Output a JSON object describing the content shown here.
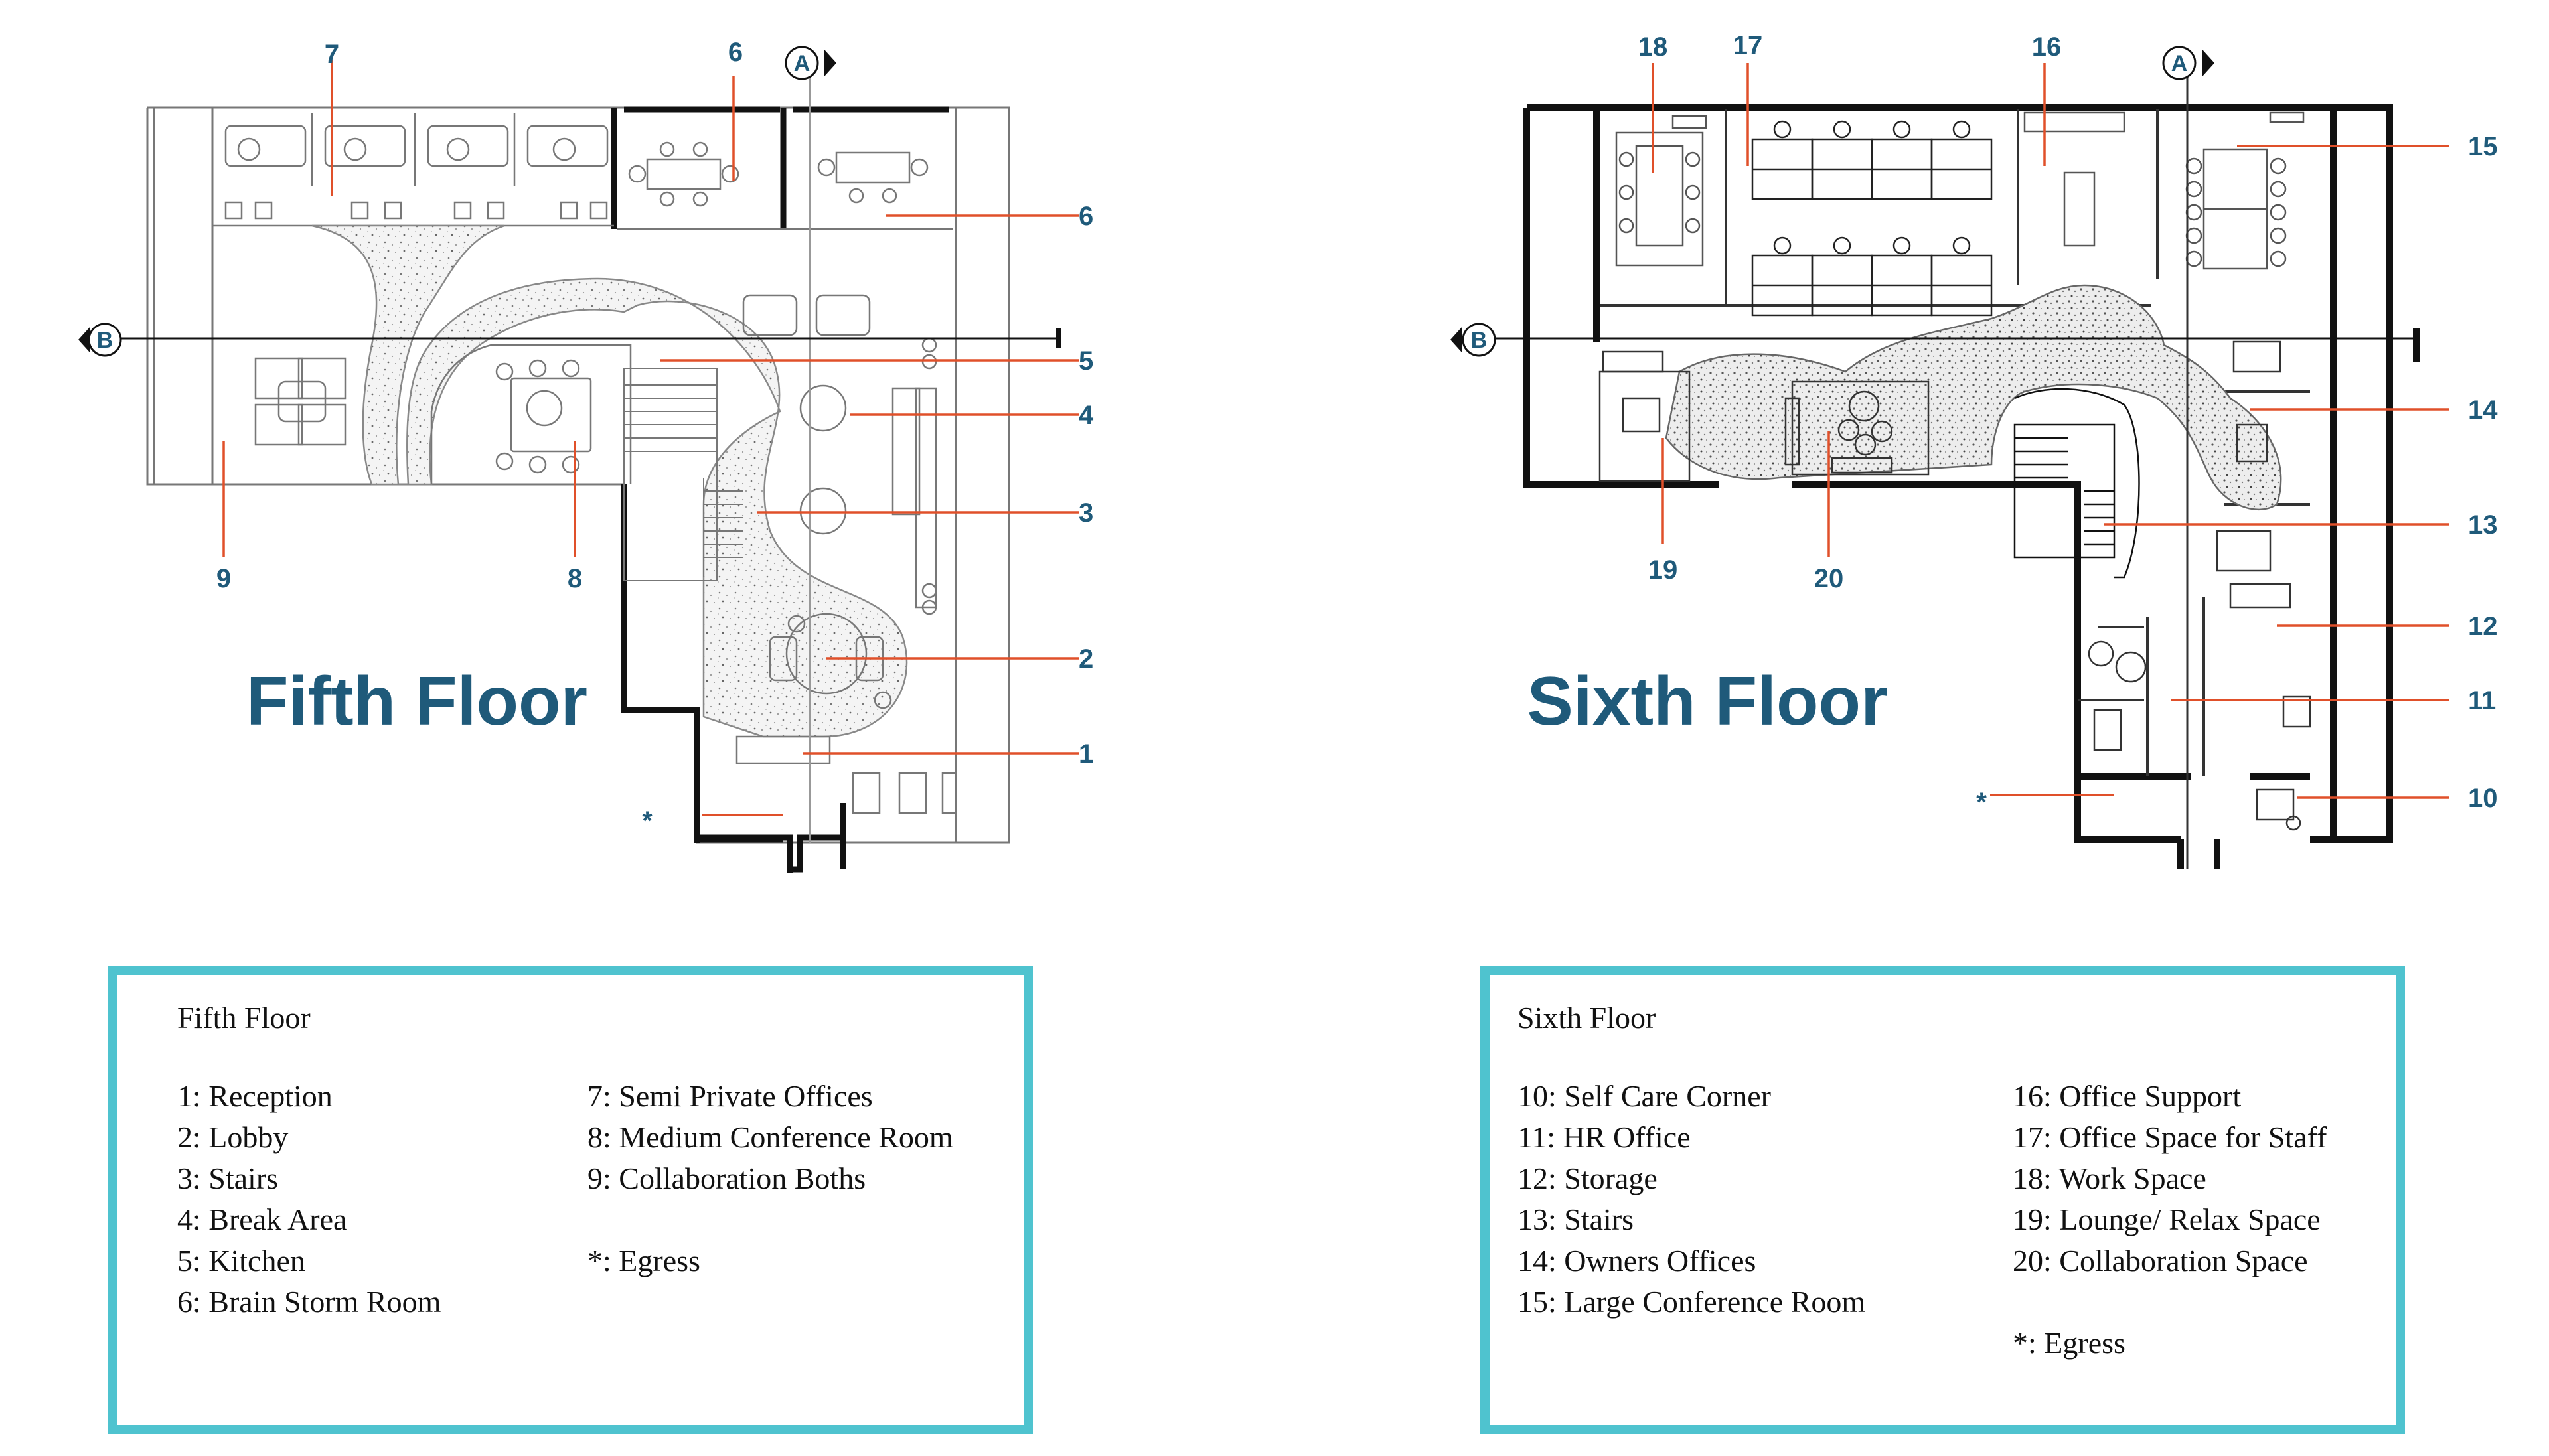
{
  "fifth": {
    "title": "Fifth Floor",
    "callouts": {
      "c1": "1",
      "c2": "2",
      "c3": "3",
      "c4": "4",
      "c5": "5",
      "c6a": "6",
      "c6b": "6",
      "c7": "7",
      "c8": "8",
      "c9": "9",
      "egress": "*"
    },
    "axis": {
      "a": "A",
      "b": "B"
    },
    "legend": {
      "heading": "Fifth Floor",
      "col1": [
        "1: Reception",
        "2: Lobby",
        "3: Stairs",
        "4: Break Area",
        "5: Kitchen",
        "6: Brain Storm Room"
      ],
      "col2": [
        "7: Semi Private Offices",
        "8: Medium Conference Room",
        "9: Collaboration Boths"
      ],
      "egress": "*: Egress"
    }
  },
  "sixth": {
    "title": "Sixth Floor",
    "callouts": {
      "c10": "10",
      "c11": "11",
      "c12": "12",
      "c13": "13",
      "c14": "14",
      "c15": "15",
      "c16": "16",
      "c17": "17",
      "c18": "18",
      "c19": "19",
      "c20": "20",
      "egress": "*"
    },
    "axis": {
      "a": "A",
      "b": "B"
    },
    "legend": {
      "heading": "Sixth Floor",
      "col1": [
        "10: Self Care Corner",
        "11: HR Office",
        "12: Storage",
        "13: Stairs",
        "14: Owners Offices",
        "15: Large Conference Room"
      ],
      "col2": [
        "16: Office Support",
        "17: Office Space for Staff",
        "18: Work Space",
        "19: Lounge/ Relax Space",
        "20: Collaboration Space"
      ],
      "egress": "*: Egress"
    }
  },
  "colors": {
    "label": "#1f5a7a",
    "leader": "#e0502a",
    "legend_border": "#4fc3cf",
    "wall": "#111111"
  }
}
